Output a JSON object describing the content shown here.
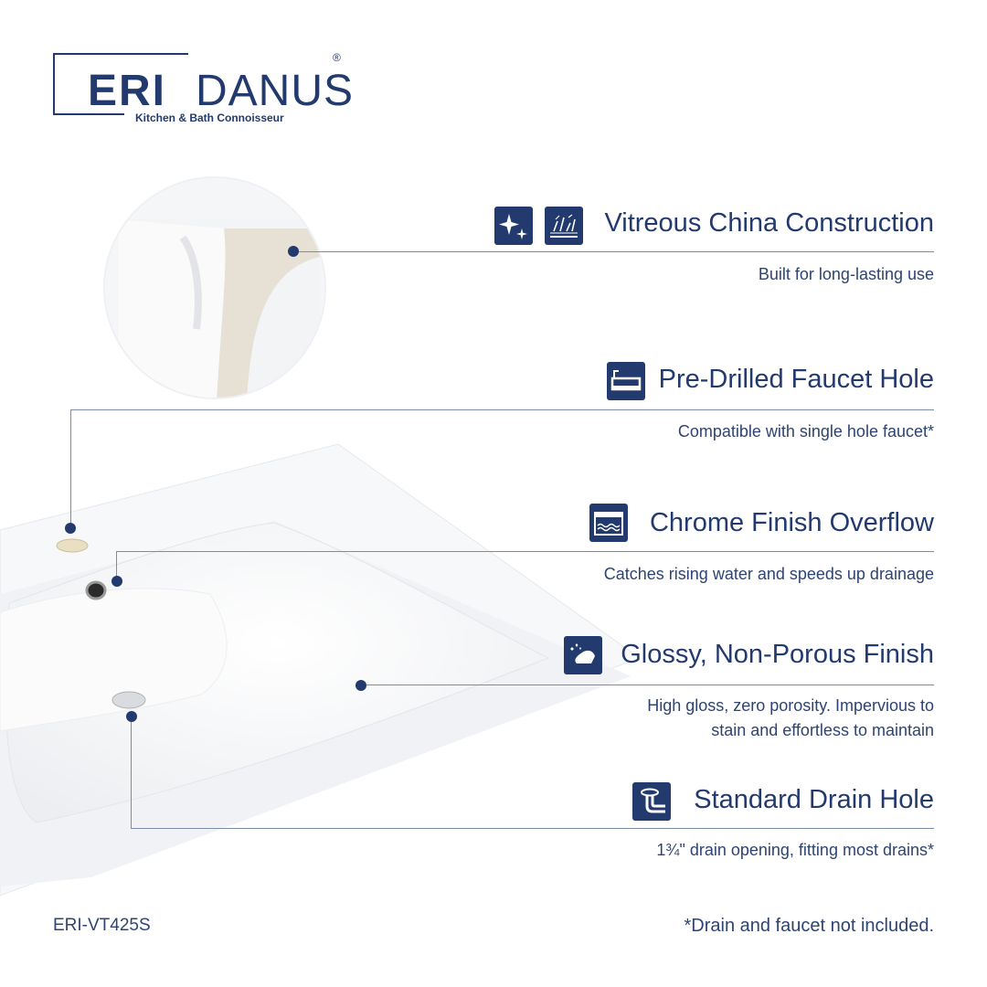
{
  "brand": {
    "name_bold": "ERI",
    "name_thin": "DANUS",
    "registered_mark": "®",
    "tagline": "Kitchen & Bath Connoisseur"
  },
  "features": [
    {
      "title": "Vitreous China Construction",
      "description": "Built for long-lasting use",
      "icons": [
        "sparkle-icon",
        "durability-icon"
      ]
    },
    {
      "title": "Pre-Drilled Faucet Hole",
      "description": "Compatible with single hole faucet*",
      "icons": [
        "faucet-hole-icon"
      ]
    },
    {
      "title": "Chrome Finish Overflow",
      "description": "Catches rising water and speeds up drainage",
      "icons": [
        "overflow-icon"
      ]
    },
    {
      "title": "Glossy, Non-Porous Finish",
      "description_line1": "High gloss, zero porosity. Impervious to",
      "description_line2": "stain and effortless to maintain",
      "icons": [
        "glossy-finish-icon"
      ]
    },
    {
      "title": "Standard Drain Hole",
      "description": "1¾\" drain opening, fitting most drains*",
      "icons": [
        "drain-pipe-icon"
      ]
    }
  ],
  "footer": {
    "model": "ERI-VT425S",
    "note": "*Drain and faucet not included."
  },
  "colors": {
    "accent": "#223a6e",
    "line": "#7d8bab",
    "background": "#ffffff"
  }
}
